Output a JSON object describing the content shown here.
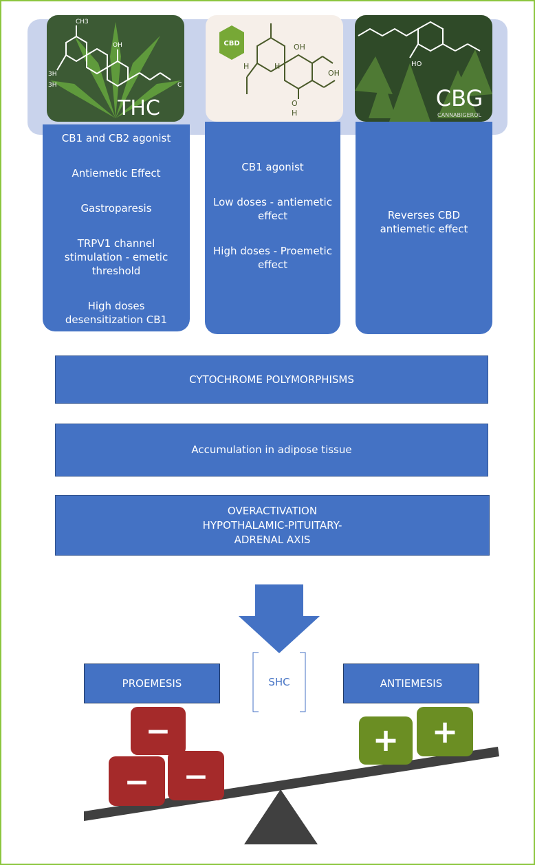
{
  "molecules": [
    {
      "name": "THC",
      "atoms": [
        "CH3",
        "OH",
        "3H",
        "3H",
        "C"
      ]
    },
    {
      "name": "CBD",
      "badge": "CBD",
      "atoms": [
        "OH",
        "OH",
        "H",
        "H",
        "O",
        "H"
      ]
    },
    {
      "name": "CBG",
      "subtitle": "CANNABIGEROL",
      "atoms": [
        "HO"
      ]
    }
  ],
  "columns": [
    {
      "items": [
        "CB1 and CB2 agonist",
        "Antiemetic Effect",
        "Gastroparesis",
        "TRPV1 channel stimulation - emetic threshold",
        "High doses desensitization CB1"
      ]
    },
    {
      "items": [
        "CB1 agonist",
        "Low doses - antiemetic effect",
        "High doses - Proemetic effect"
      ]
    },
    {
      "items": [
        "Reverses CBD antiemetic effect"
      ]
    }
  ],
  "factors": [
    "CYTOCHROME POLYMORPHISMS",
    "Accumulation in adipose tissue",
    "OVERACTIVATION HYPOTHALAMIC-PITUITARY-ADRENAL AXIS"
  ],
  "balance": {
    "left_label": "PROEMESIS",
    "center_label": "SHC",
    "right_label": "ANTIEMESIS",
    "minus_symbol": "−",
    "plus_symbol": "+"
  },
  "colors": {
    "box_blue": "#4472c4",
    "frame_green": "#8cc63f",
    "minus_red": "#a52a2a",
    "plus_green": "#6b8e23",
    "seesaw": "#404040"
  }
}
